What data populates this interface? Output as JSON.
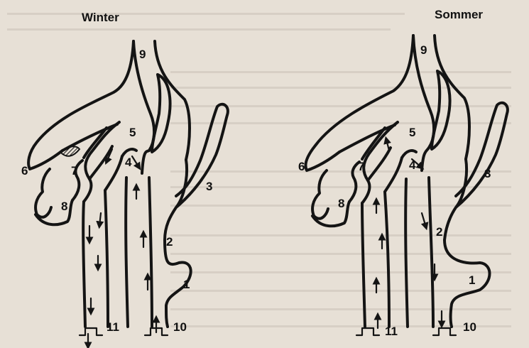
{
  "winter": {
    "title": "Winter",
    "labels": {
      "l9": "9",
      "l5": "5",
      "l4": "4",
      "l6": "6",
      "l7": "7",
      "l8": "8",
      "l3": "3",
      "l2": "2",
      "l1": "1",
      "l11": "11",
      "l10": "10"
    }
  },
  "summer": {
    "title": "Sommer",
    "labels": {
      "l9": "9",
      "l5": "5",
      "l4": "4",
      "l6": "6",
      "l7": "7",
      "l8": "8",
      "l3": "3",
      "l2": "2",
      "l1": "1",
      "l11": "11",
      "l10": "10"
    }
  },
  "colors": {
    "paper": "#e7e0d6",
    "ink": "#141414",
    "bleed_text": "#b5aca2"
  }
}
